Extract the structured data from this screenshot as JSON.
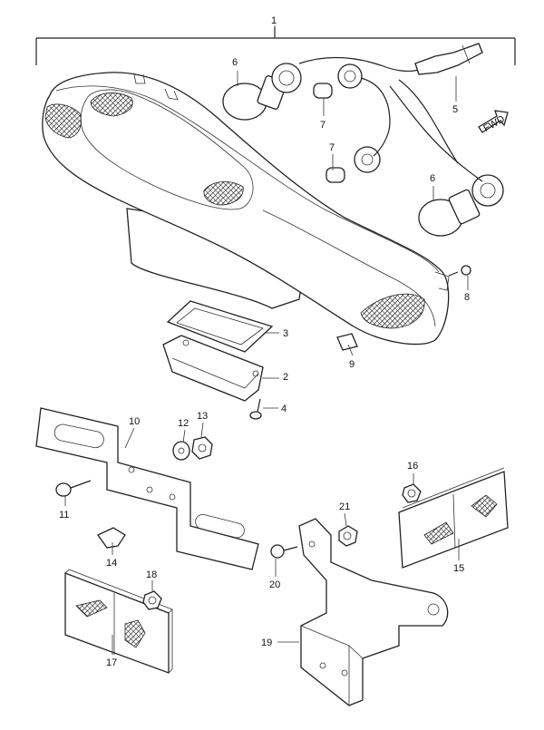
{
  "diagram": {
    "fwd_label": "FWD",
    "callouts": [
      {
        "id": "1",
        "text": "1"
      },
      {
        "id": "2",
        "text": "2"
      },
      {
        "id": "3",
        "text": "3"
      },
      {
        "id": "4",
        "text": "4"
      },
      {
        "id": "5",
        "text": "5"
      },
      {
        "id": "6a",
        "text": "6"
      },
      {
        "id": "6b",
        "text": "6"
      },
      {
        "id": "7a",
        "text": "7"
      },
      {
        "id": "7b",
        "text": "7"
      },
      {
        "id": "8",
        "text": "8"
      },
      {
        "id": "9",
        "text": "9"
      },
      {
        "id": "10",
        "text": "10"
      },
      {
        "id": "11",
        "text": "11"
      },
      {
        "id": "12",
        "text": "12"
      },
      {
        "id": "13",
        "text": "13"
      },
      {
        "id": "14",
        "text": "14"
      },
      {
        "id": "15",
        "text": "15"
      },
      {
        "id": "16",
        "text": "16"
      },
      {
        "id": "17",
        "text": "17"
      },
      {
        "id": "18",
        "text": "18"
      },
      {
        "id": "19",
        "text": "19"
      },
      {
        "id": "20",
        "text": "20"
      },
      {
        "id": "21",
        "text": "21"
      }
    ]
  }
}
